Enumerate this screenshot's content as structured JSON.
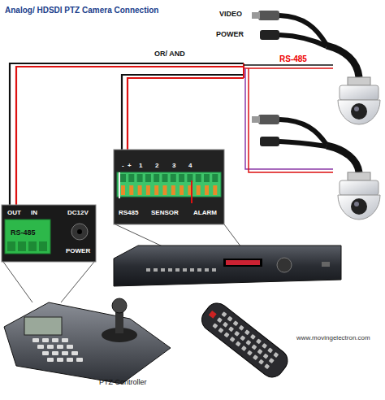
{
  "diagram": {
    "title": "Analog/ HDSDI PTZ Camera Connection",
    "labels": [
      "VIDEO",
      "POWER",
      "OR/ AND",
      "RS-485",
      "OUT",
      "IN",
      "RS-485",
      "DC12V",
      "POWER",
      "-",
      "+",
      "1",
      "2",
      "3",
      "4",
      "RS485",
      "SENSOR",
      "ALARM",
      "PTZ Controller",
      "www.movingelectron.com"
    ]
  }
}
